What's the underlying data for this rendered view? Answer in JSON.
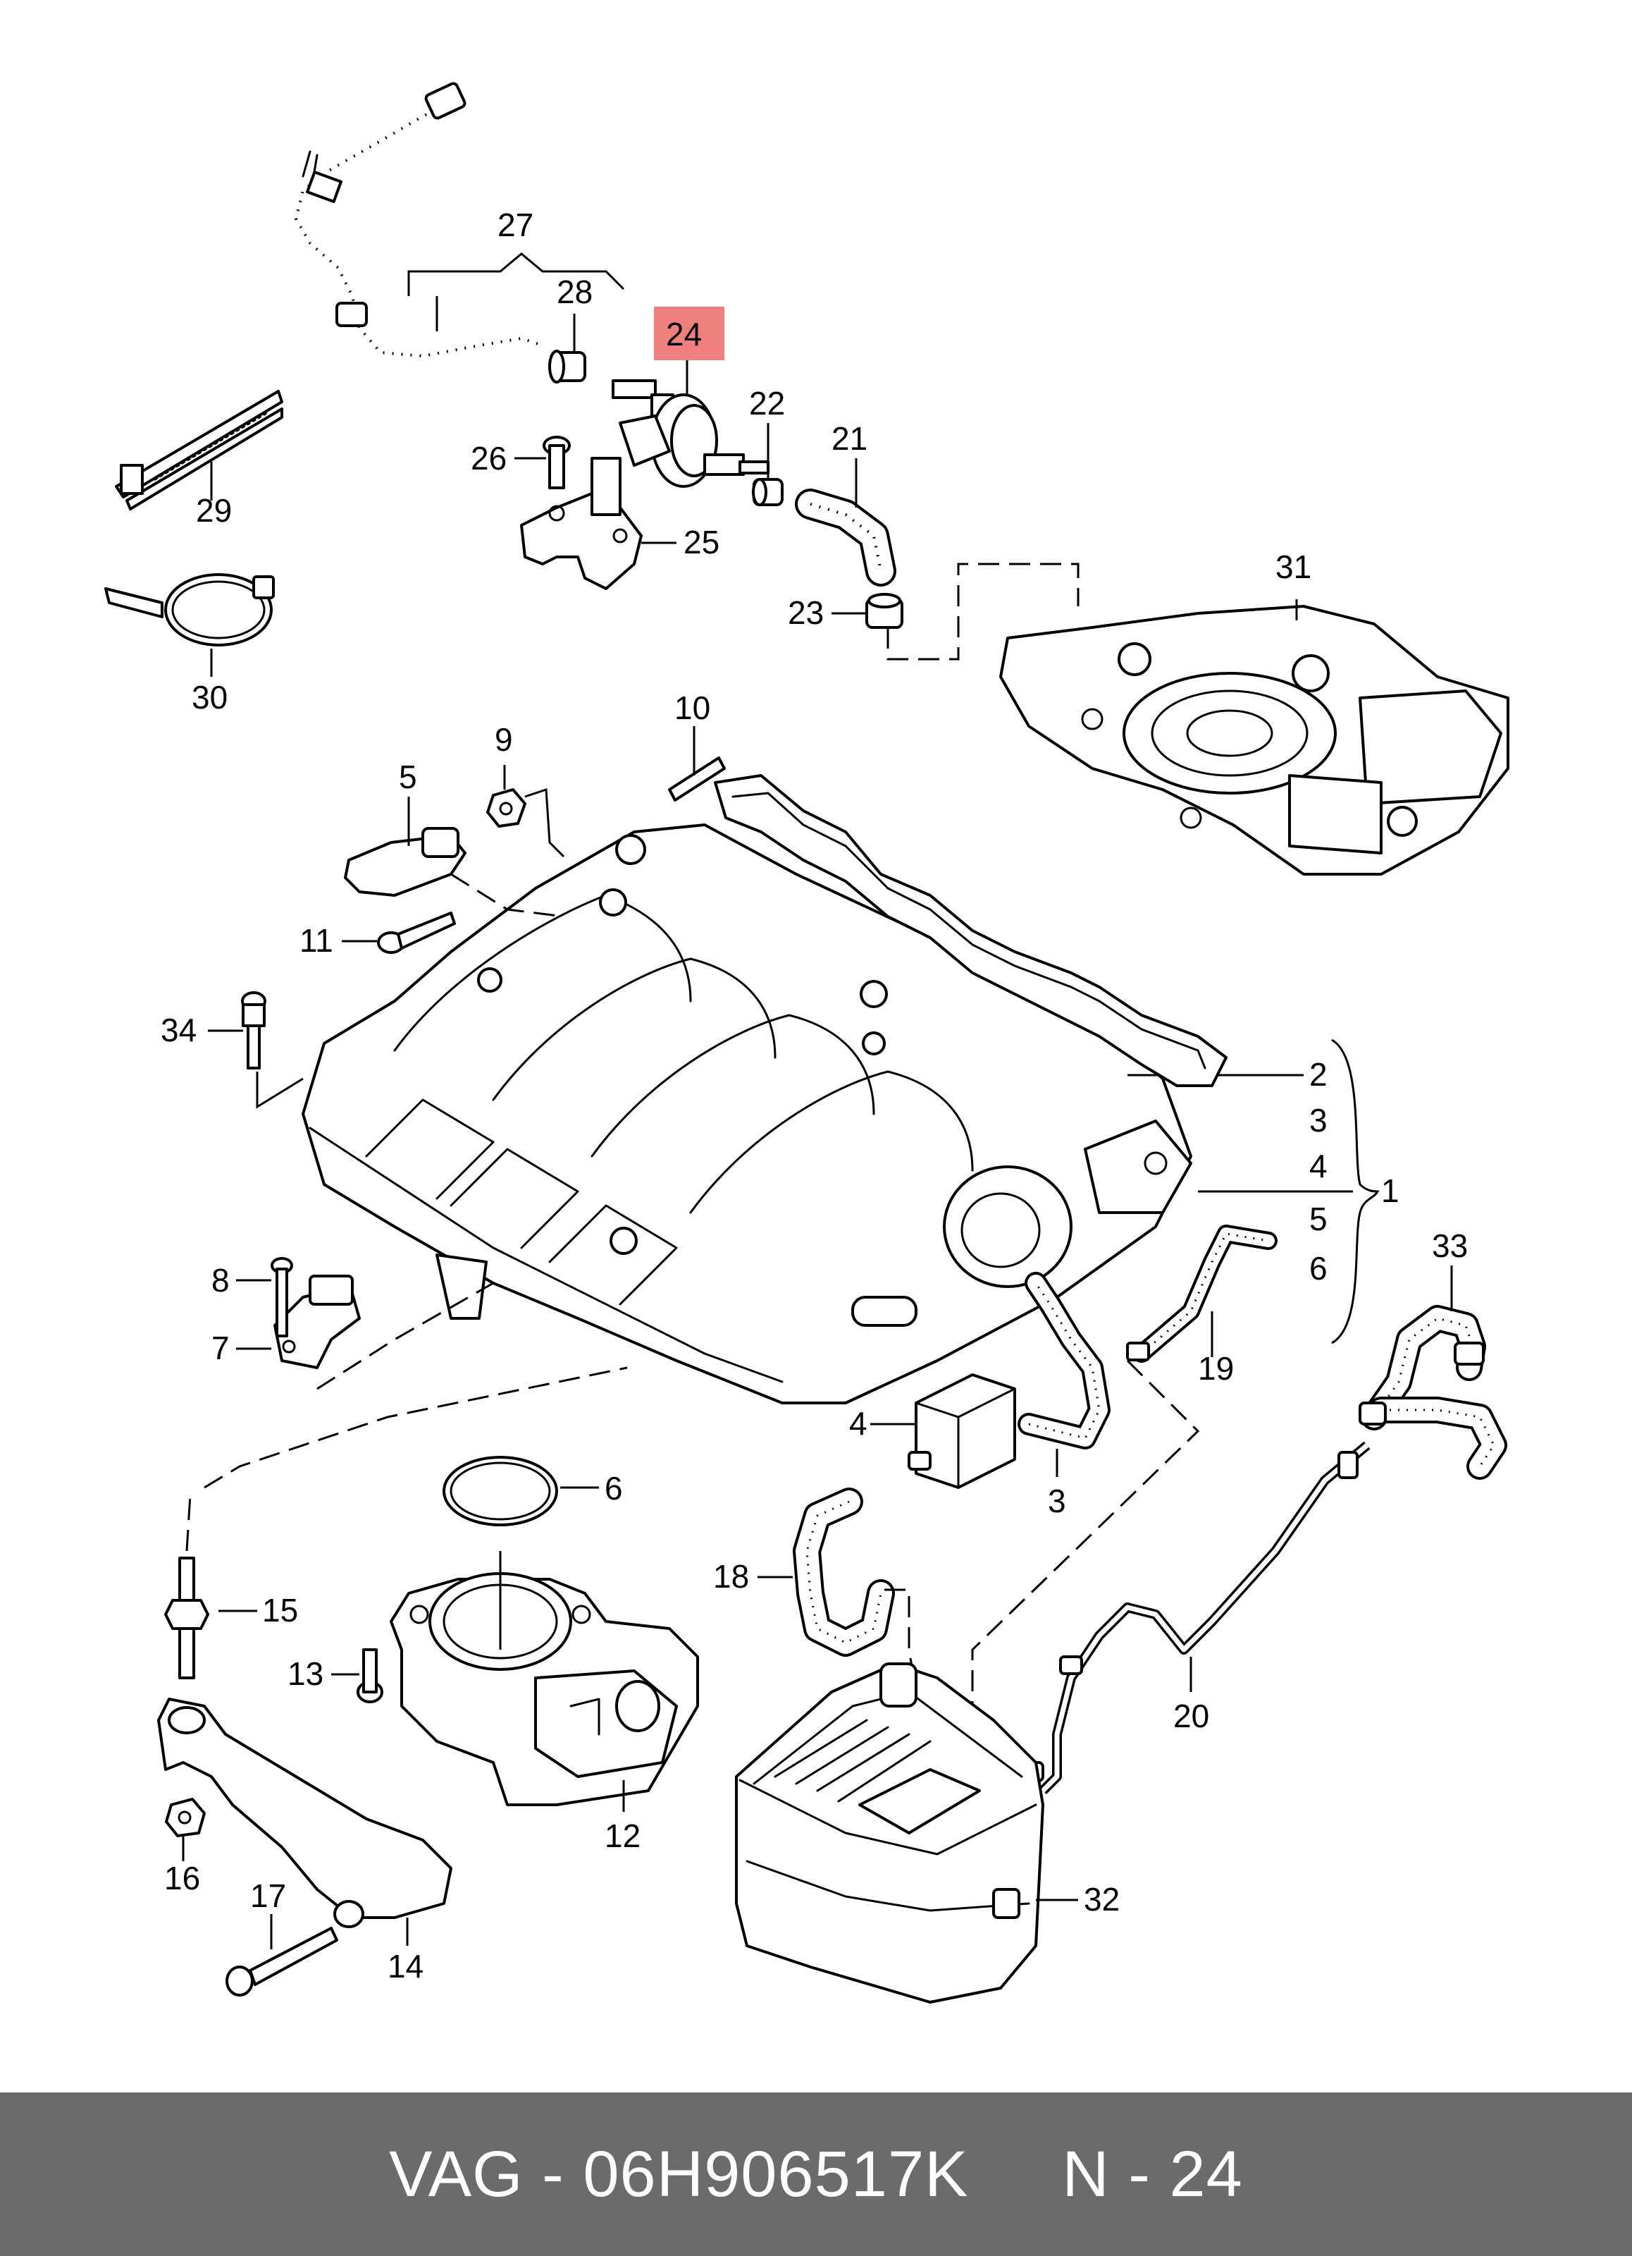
{
  "highlight_color": "#f08080",
  "footer_bg_color": "#6b6b6b",
  "callouts": {
    "c1": "1",
    "c2": "2",
    "c3": "3",
    "c3b": "3",
    "c4": "4",
    "c4b": "4",
    "c5": "5",
    "c5b": "5",
    "c6": "6",
    "c6b": "6",
    "c7": "7",
    "c8": "8",
    "c9": "9",
    "c10": "10",
    "c11": "11",
    "c12": "12",
    "c13": "13",
    "c14": "14",
    "c15": "15",
    "c16": "16",
    "c17": "17",
    "c18": "18",
    "c19": "19",
    "c20": "20",
    "c21": "21",
    "c22": "22",
    "c23": "23",
    "c24": "24",
    "c25": "25",
    "c26": "26",
    "c27": "27",
    "c28": "28",
    "c29": "29",
    "c30": "30",
    "c31": "31",
    "c32": "32",
    "c33": "33",
    "c34": "34"
  },
  "footer": {
    "text": "VAG - 06H906517K     N - 24"
  }
}
